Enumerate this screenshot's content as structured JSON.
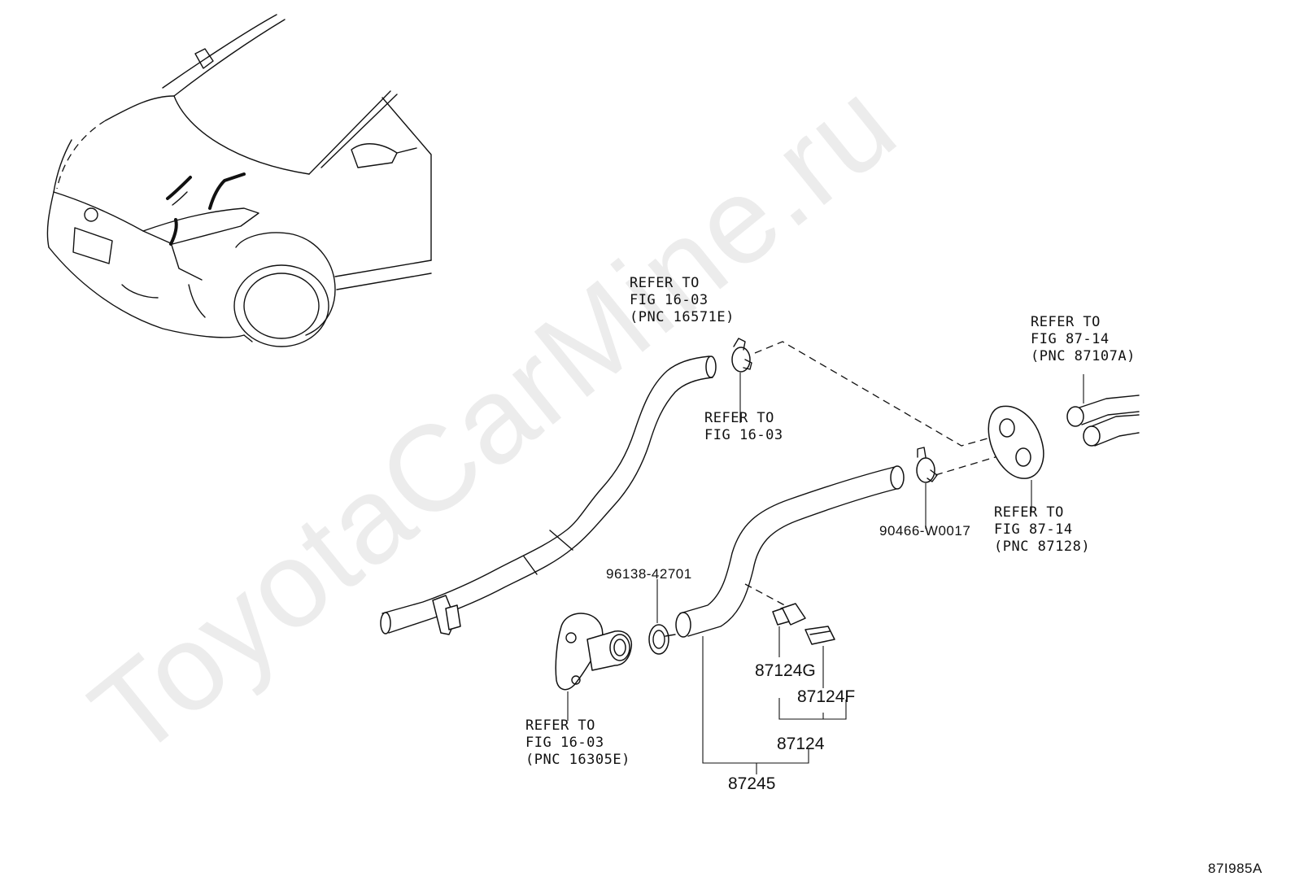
{
  "watermark": "ToyotaCarMine.ru",
  "diagram_code": "87I985A",
  "callouts": {
    "refer_top": [
      "REFER TO",
      "FIG 16-03",
      "(PNC 16571E)"
    ],
    "refer_clamp": [
      "REFER TO",
      "FIG 16-03"
    ],
    "refer_right_top": [
      "REFER TO",
      "FIG 87-14",
      "(PNC 87107A)"
    ],
    "refer_right_bottom": [
      "REFER TO",
      "FIG 87-14",
      "(PNC 87128)"
    ],
    "refer_bottom": [
      "REFER TO",
      "FIG 16-03",
      "(PNC 16305E)"
    ]
  },
  "parts": {
    "clip_90466": "90466-W0017",
    "clamp_96138": "96138-42701",
    "clamp_87124G": "87124G",
    "clamp_87124F": "87124F",
    "kit_87124": "87124",
    "hose_87245": "87245"
  },
  "colors": {
    "line": "#111111",
    "background": "#ffffff"
  }
}
